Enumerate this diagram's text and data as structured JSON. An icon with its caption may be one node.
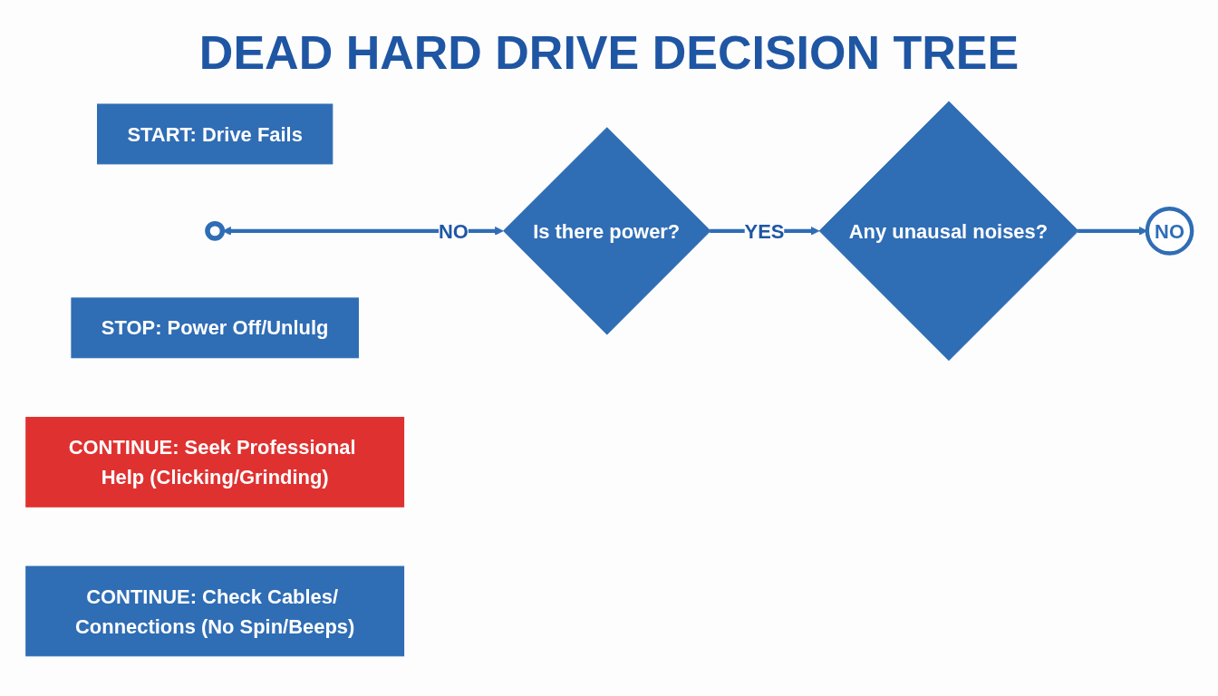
{
  "diagram": {
    "title": "DEAD HARD DRIVE DECISION TREE",
    "nodes": [
      {
        "text": [
          "START: Drive Fails"
        ]
      },
      {
        "text": [
          "Is there power?"
        ]
      },
      {
        "text": [
          "Any unausal noises?"
        ]
      },
      {
        "text": [],
        "shape": "circle"
      },
      {
        "text": [
          "NO"
        ]
      },
      {
        "text": [
          "STOP: Power Off/Unlulg"
        ]
      },
      {
        "text": [
          "CONTINUE: Seek Professional Help (Clicking/Grinding)"
        ]
      },
      {
        "text": [
          "CONTINUE: Check Cables/ Connections (No Spin/Beeps)"
        ]
      }
    ],
    "edges": [
      {
        "from": 3,
        "to": 1,
        "arrow": "both",
        "label": "NO"
      },
      {
        "from": 1,
        "to": 2,
        "arrow": "to",
        "label": "YES"
      },
      {
        "from": 2,
        "to": 4,
        "arrow": "to"
      }
    ]
  }
}
